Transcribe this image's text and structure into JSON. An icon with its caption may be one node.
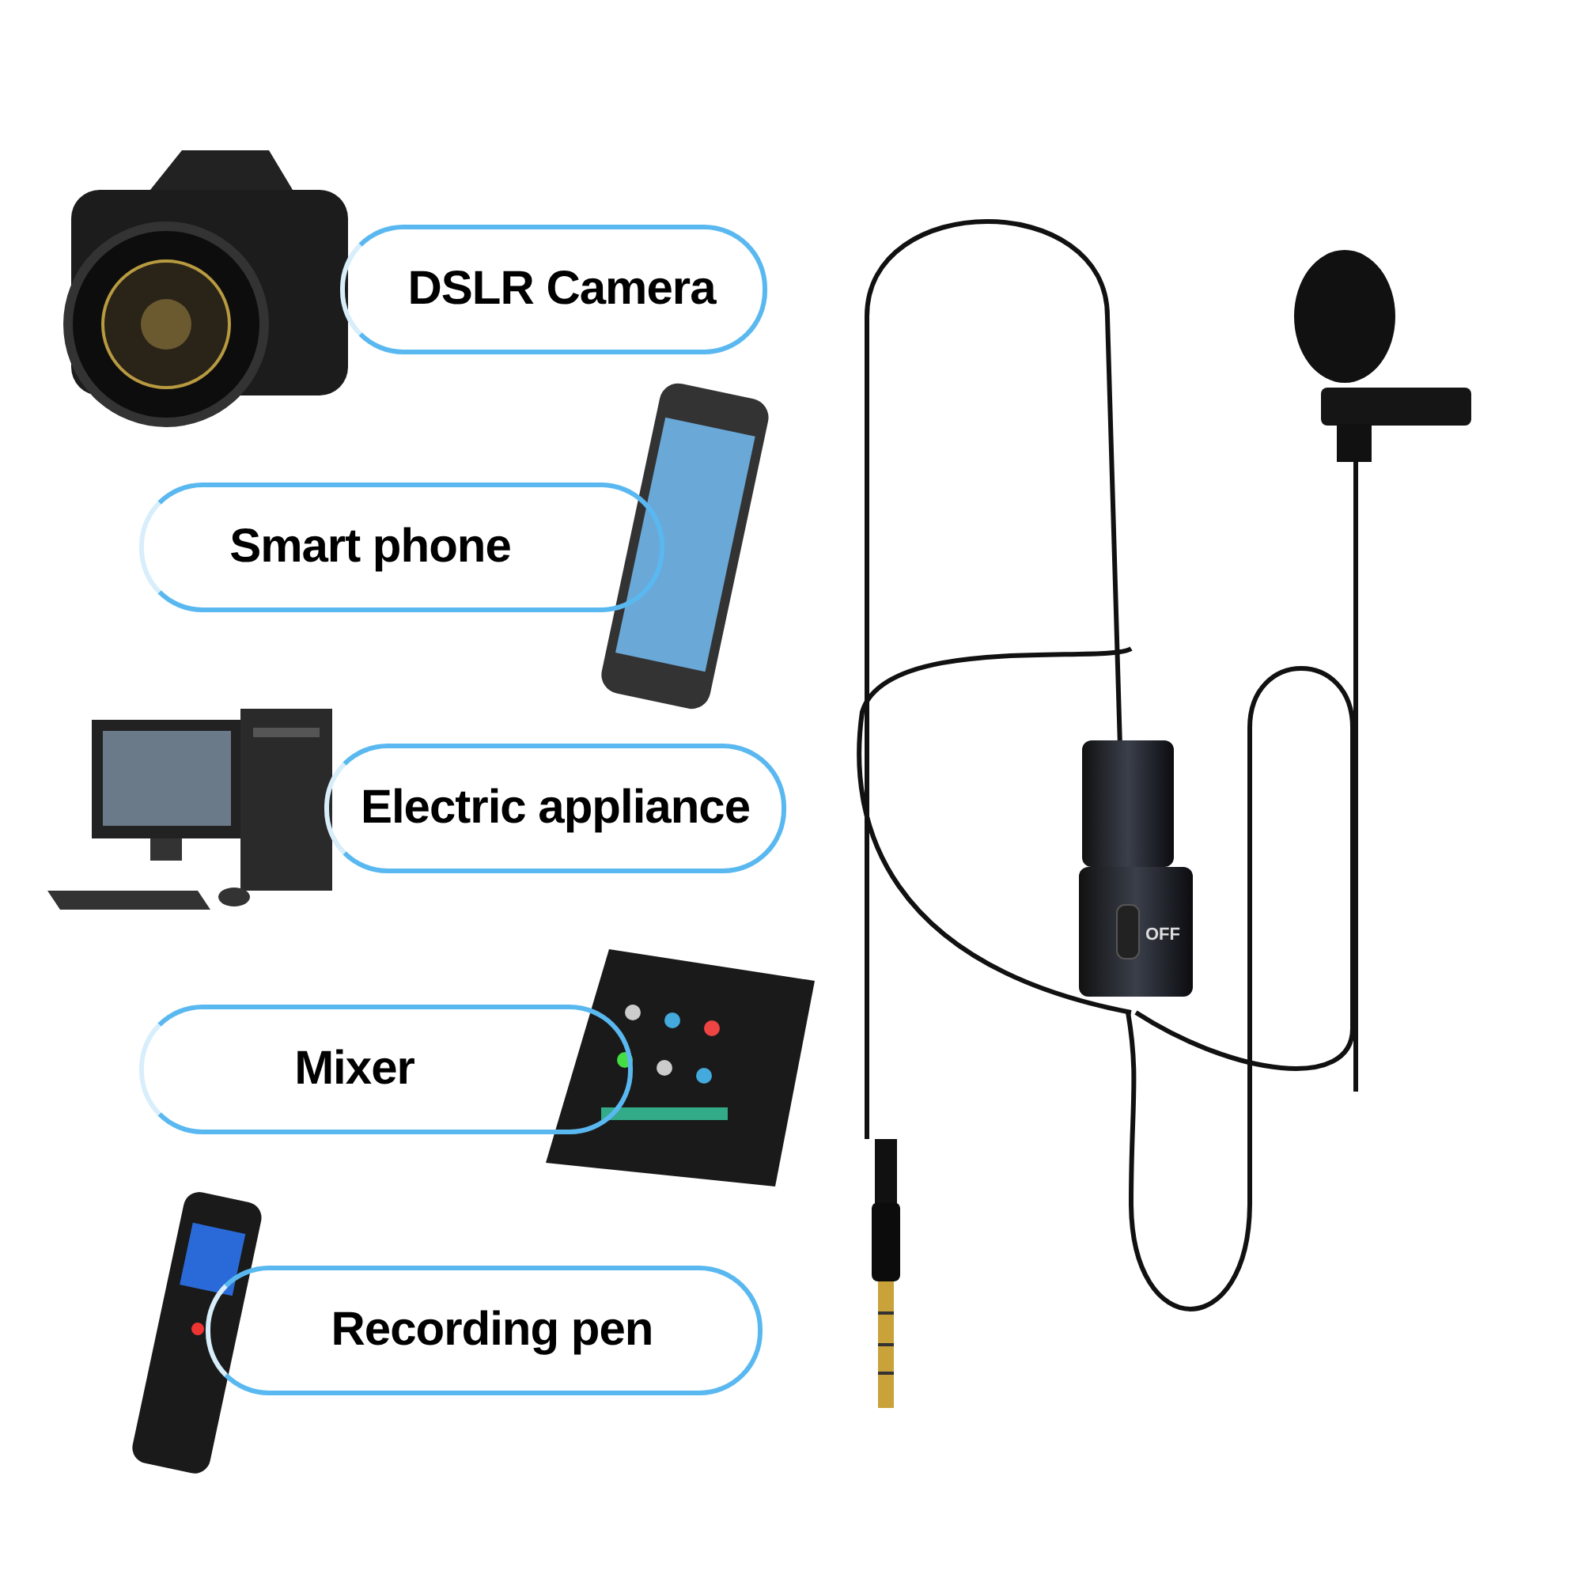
{
  "diagram": {
    "nodes": [
      {
        "text": [
          "DSLR Camera"
        ]
      },
      {
        "text": [
          "Smart phone"
        ]
      },
      {
        "text": [
          "Electric appliance"
        ]
      },
      {
        "text": [
          "Mixer"
        ]
      },
      {
        "text": [
          "Recording pen"
        ]
      }
    ],
    "labels": [
      "OFF"
    ]
  }
}
